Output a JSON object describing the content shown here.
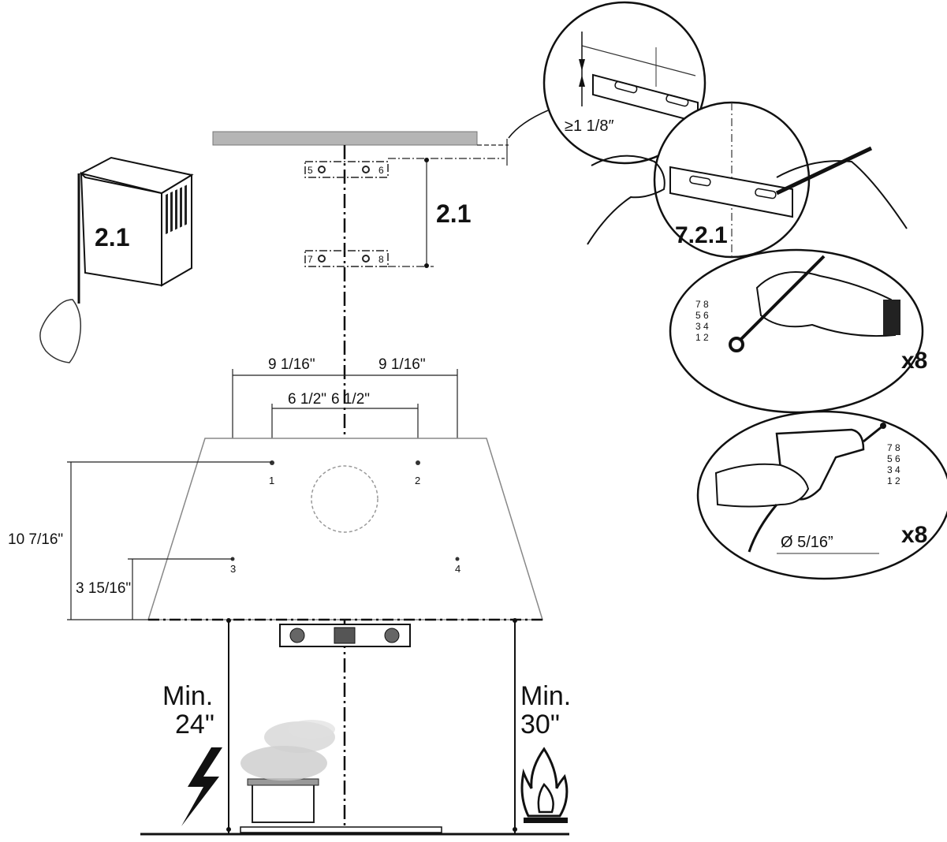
{
  "labels": {
    "chimney_step": "2.1",
    "bracket_step": "2.1",
    "level_step": "7.2.1",
    "clearance": "≥1 1/8″",
    "hole_5": "5",
    "hole_6": "6",
    "hole_7": "7",
    "hole_8": "8",
    "dim_left_outer": "9 1/16\"",
    "dim_right_outer": "9 1/16\"",
    "dim_left_inner": "6 1/2\"",
    "dim_right_inner": "6 1/2\"",
    "dim_height_upper": "10 7/16\"",
    "dim_height_lower": "3 15/16\"",
    "hole_1": "1",
    "hole_2": "2",
    "hole_3": "3",
    "hole_4": "4",
    "min_electric_line1": "Min.",
    "min_electric_line2": "24\"",
    "min_gas_line1": "Min.",
    "min_gas_line2": "30\"",
    "drill_diameter": "Ø 5/16”",
    "mark_count": "x8",
    "drill_count": "x8",
    "mark_grid": [
      "7  8",
      "5  6",
      "3  4",
      "1  2"
    ],
    "drill_grid": [
      "7  8",
      "5  6",
      "3  4",
      "1  2"
    ]
  }
}
